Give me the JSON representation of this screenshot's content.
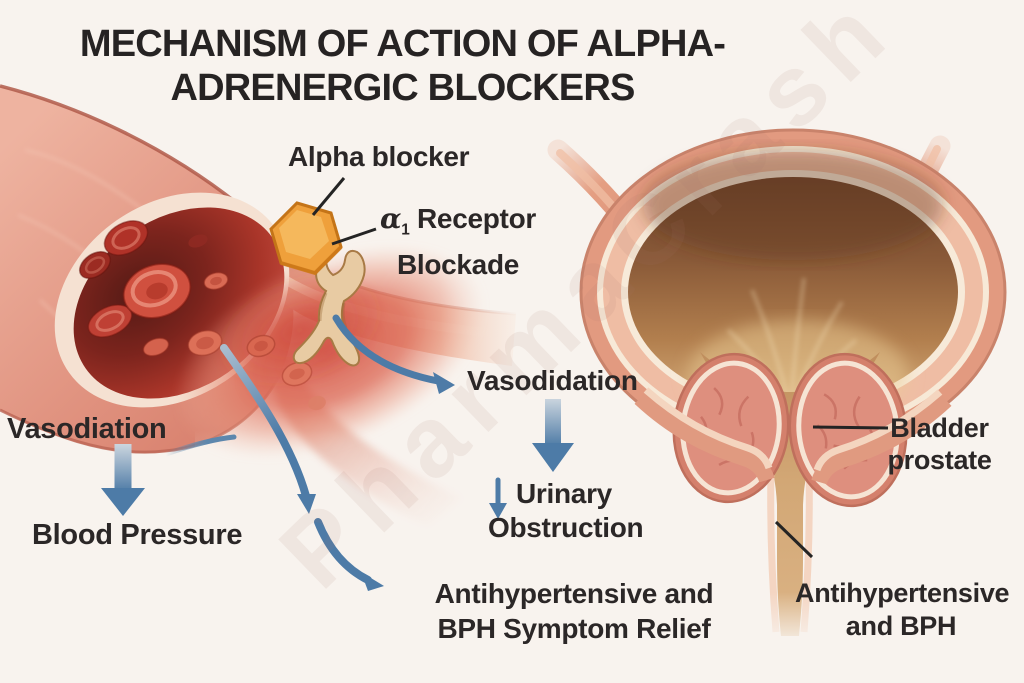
{
  "title": {
    "line1": "MECHANISM OF ACTION OF ALPHA-",
    "line2": "ADRENERGIC BLOCKERS"
  },
  "vessel_panel": {
    "alpha_blocker_label": "Alpha blocker",
    "receptor_alpha": "α",
    "receptor_sub": "1",
    "receptor_word": "Receptor",
    "receptor_line2": "Blockade",
    "vasodiation_label": "Vasodiation",
    "blood_pressure_label": "Blood Pressure"
  },
  "pathway": {
    "vasodidation_label": "Vasodidation",
    "urinary_line1": "Urinary",
    "urinary_line2": "Obstruction",
    "relief_line1": "Antihypertensive and",
    "relief_line2": "BPH Symptom Relief"
  },
  "bladder_panel": {
    "label_line1": "Bladder",
    "label_line2": "prostate",
    "bph_line1": "Antihypertensive",
    "bph_line2": "and BPH"
  },
  "watermark": "PharmaCrash",
  "colors": {
    "background": "#f8f3ee",
    "arrow_blue": "#4d7ba7",
    "hexagon_orange": "#efa03b",
    "vessel_red": "#cd5346",
    "vessel_wall_salmon": "#e09a84",
    "bladder_interior_brown": "#8a5a38",
    "prostate_salmon": "#dc8d7c",
    "text": "#262323"
  }
}
